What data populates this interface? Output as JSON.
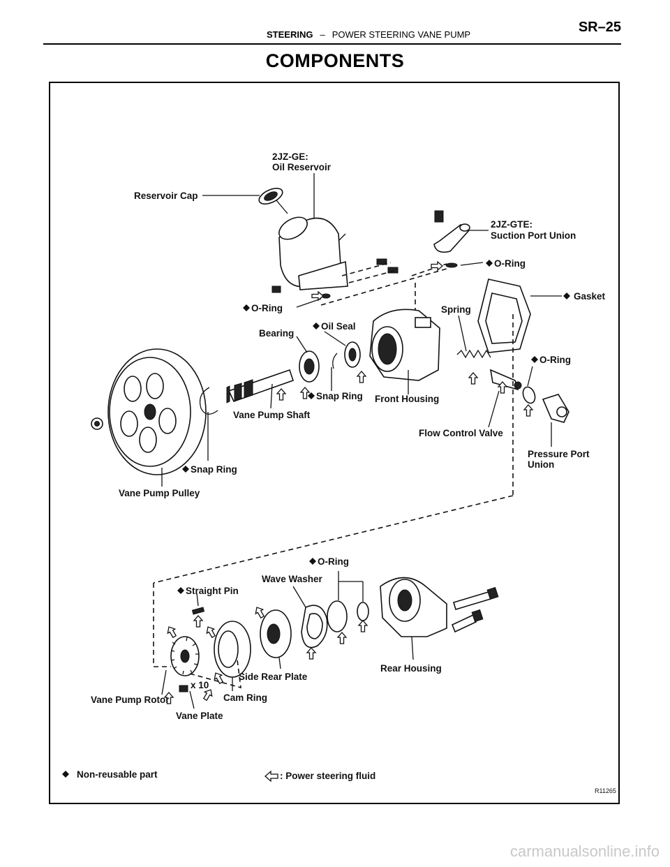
{
  "header": {
    "section": "STEERING",
    "separator": "–",
    "subsection": "POWER STEERING VANE PUMP",
    "page": "SR–25"
  },
  "title": "COMPONENTS",
  "labels": {
    "l1a": "2JZ-GE:",
    "l1b": "Oil Reservoir",
    "reservoir_cap": "Reservoir Cap",
    "l2a": "2JZ-GTE:",
    "l2b": "Suction Port Union",
    "oring_top": "O-Ring",
    "oring_left": "O-Ring",
    "gasket": "Gasket",
    "spring": "Spring",
    "bearing": "Bearing",
    "oil_seal": "Oil Seal",
    "oring_right": "O-Ring",
    "snap_ring_shaft": "Snap Ring",
    "front_housing": "Front Housing",
    "vane_pump_shaft": "Vane Pump Shaft",
    "flow_control_valve": "Flow Control Valve",
    "ppu_a": "Pressure Port",
    "ppu_b": "Union",
    "snap_ring_pulley": "Snap Ring",
    "vane_pump_pulley": "Vane Pump Pulley",
    "oring_bottom": "O-Ring",
    "wave_washer": "Wave Washer",
    "straight_pin": "Straight Pin",
    "rear_housing": "Rear Housing",
    "side_rear_plate": "Side Rear Plate",
    "x10": "x 10",
    "cam_ring": "Cam Ring",
    "vane_pump_rotor": "Vane Pump Rotor",
    "vane_plate": "Vane Plate"
  },
  "legend": {
    "non_reusable": "Non-reusable part",
    "fluid": ": Power steering fluid",
    "code": "R11265"
  },
  "watermark": "carmanualsonline.info"
}
